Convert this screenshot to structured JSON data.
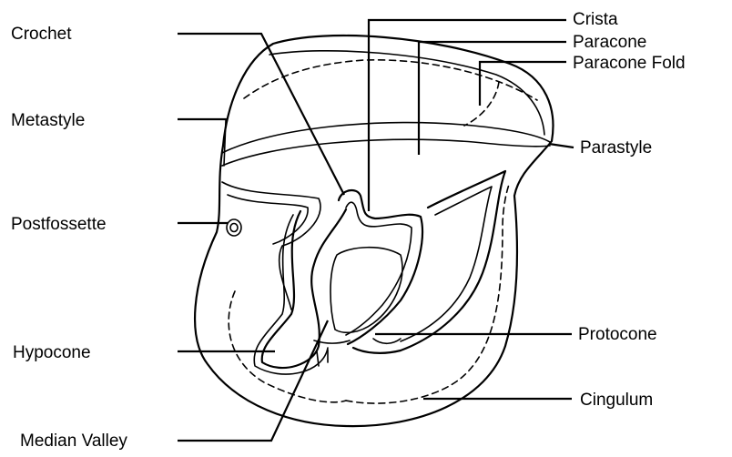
{
  "labels": {
    "crista": "Crista",
    "crochet": "Crochet",
    "paracone": "Paracone",
    "paracone_fold": "Paracone Fold",
    "metastyle": "Metastyle",
    "parastyle": "Parastyle",
    "postfossette": "Postfossette",
    "protocone": "Protocone",
    "hypocone": "Hypocone",
    "cingulum": "Cingulum",
    "median_valley": "Median Valley"
  }
}
